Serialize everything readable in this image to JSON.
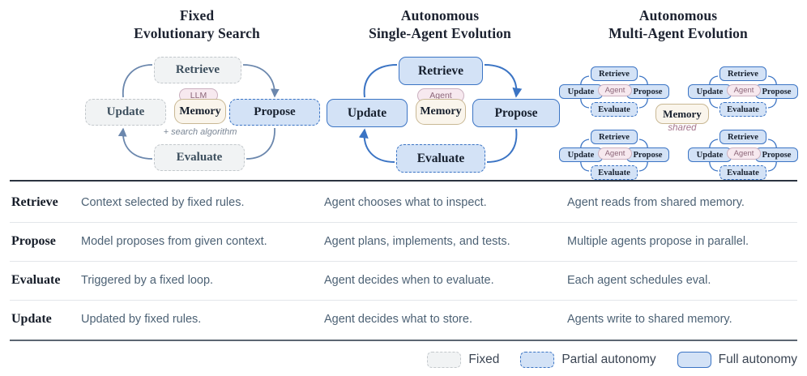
{
  "columns": [
    {
      "title_line1": "Fixed",
      "title_line2": "Evolutionary Search",
      "nodes": {
        "retrieve": "Retrieve",
        "update": "Update",
        "propose": "Propose",
        "evaluate": "Evaluate",
        "memory": "Memory",
        "badge": "LLM"
      },
      "caption": "+ search algorithm"
    },
    {
      "title_line1": "Autonomous",
      "title_line2": "Single-Agent Evolution",
      "nodes": {
        "retrieve": "Retrieve",
        "update": "Update",
        "propose": "Propose",
        "evaluate": "Evaluate",
        "memory": "Memory",
        "badge": "Agent"
      },
      "caption": ""
    },
    {
      "title_line1": "Autonomous",
      "title_line2": "Multi-Agent Evolution",
      "nodes": {
        "retrieve": "Retrieve",
        "update": "Update",
        "propose": "Propose",
        "evaluate": "Evaluate",
        "memory": "Memory",
        "badge": "Agent"
      },
      "caption": "shared"
    }
  ],
  "table": {
    "rows": [
      {
        "label": "Retrieve",
        "cells": [
          "Context selected by fixed rules.",
          "Agent chooses what to inspect.",
          "Agent reads from shared memory."
        ]
      },
      {
        "label": "Propose",
        "cells": [
          "Model proposes from given context.",
          "Agent plans, implements, and tests.",
          "Multiple agents propose in parallel."
        ]
      },
      {
        "label": "Evaluate",
        "cells": [
          "Triggered by a fixed loop.",
          "Agent decides when to evaluate.",
          "Each agent schedules eval."
        ]
      },
      {
        "label": "Update",
        "cells": [
          "Updated by fixed rules.",
          "Agent decides what to store.",
          "Agents write to shared memory."
        ]
      }
    ]
  },
  "legend": {
    "items": [
      {
        "label": "Fixed",
        "style": "fixed",
        "color": "#f1f3f4",
        "border": "#c3c8cc"
      },
      {
        "label": "Partial autonomy",
        "style": "partial",
        "color": "#d3e2f6",
        "border": "#3b74c4"
      },
      {
        "label": "Full autonomy",
        "style": "full",
        "color": "#d3e2f6",
        "border": "#3b74c4"
      }
    ]
  },
  "colors": {
    "fixed_fill": "#f1f3f4",
    "fixed_border": "#c3c8cc",
    "autonomy_fill": "#d3e2f6",
    "autonomy_border": "#3b74c4",
    "memory_fill": "#faf5ec",
    "memory_border": "#c9b894",
    "badge_fill": "#f7e9ef",
    "badge_border": "#cbb0bf",
    "arrow": "#6b87ad",
    "body_text": "#4d6275",
    "label_text": "#151c28"
  }
}
